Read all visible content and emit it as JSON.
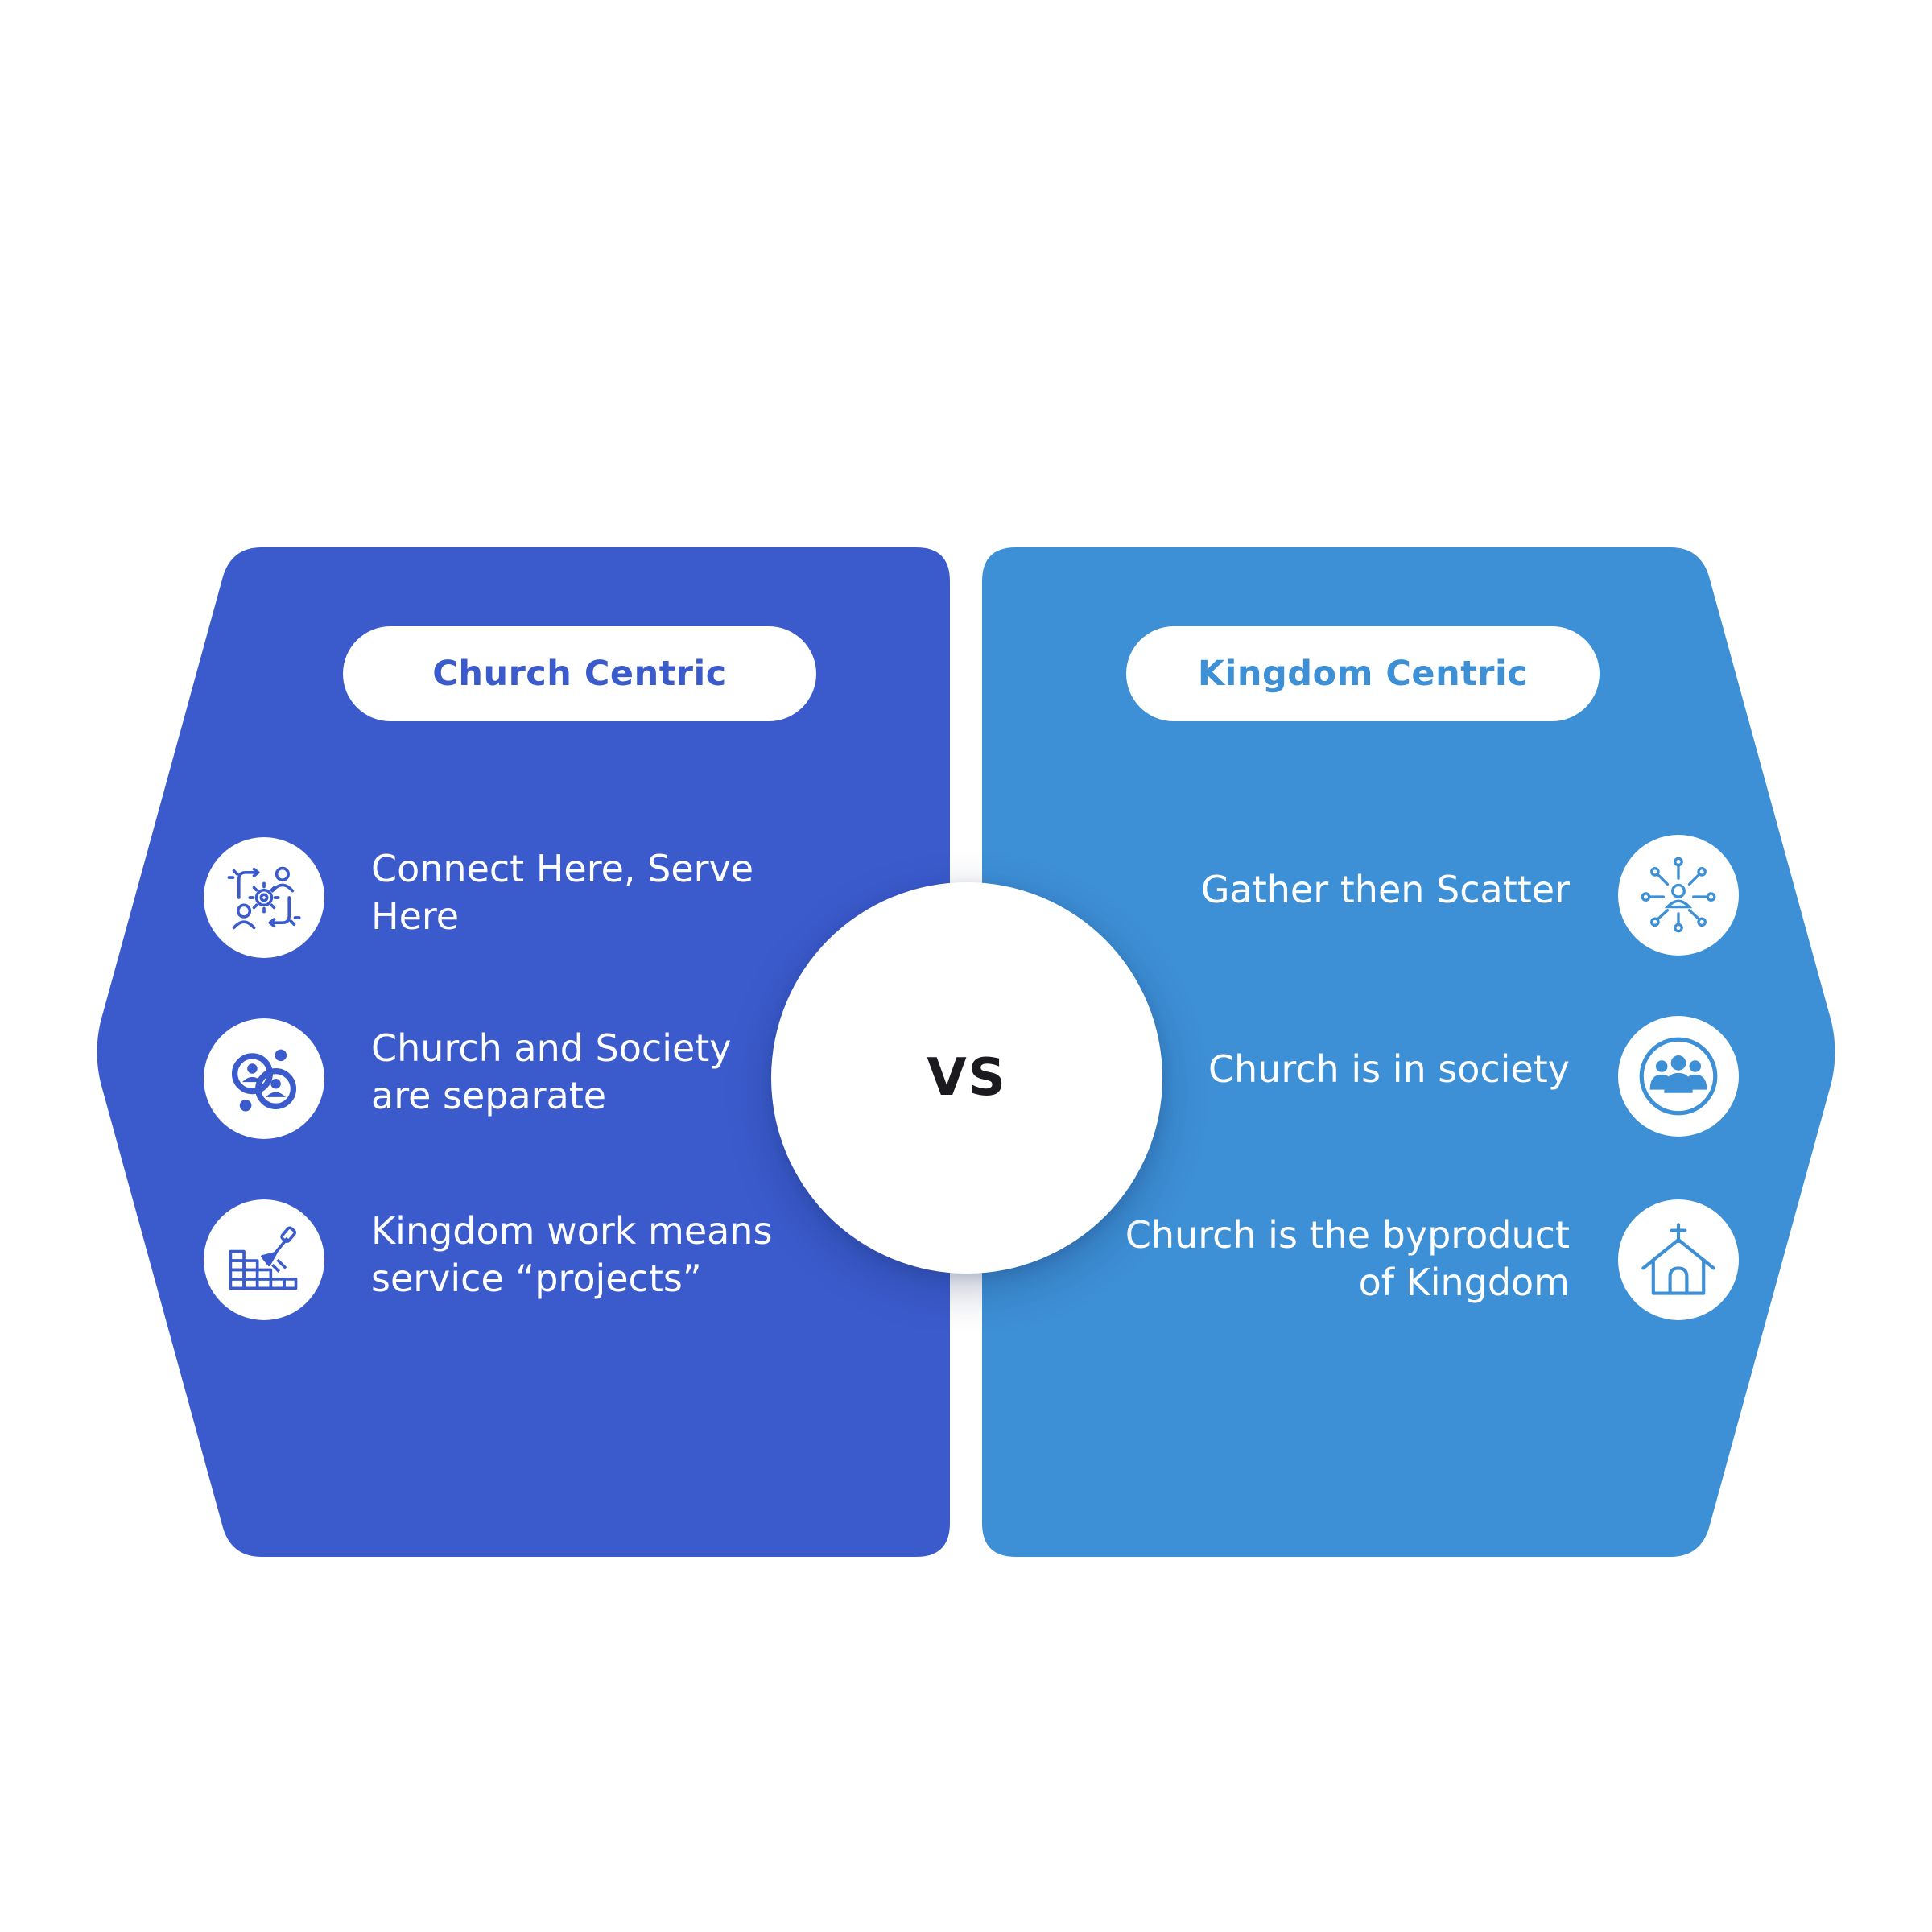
{
  "colors": {
    "left_panel": "#3b5bcd",
    "right_panel": "#3d8fd6",
    "white": "#ffffff",
    "vs_text": "#1b1b1f"
  },
  "left": {
    "title": "Church Centric",
    "items": [
      {
        "text": "Connect Here, Serve Here",
        "icon": "people-gear-cycle-icon"
      },
      {
        "text": "Church and Society are separate",
        "icon": "separated-groups-icon"
      },
      {
        "text": "Kingdom work means service “projects”",
        "icon": "brick-wall-trowel-icon"
      }
    ]
  },
  "right": {
    "title": "Kingdom Centric",
    "items": [
      {
        "text": "Gather then Scatter",
        "icon": "network-person-icon"
      },
      {
        "text": "Church is in society",
        "icon": "group-people-icon"
      },
      {
        "text": "Church is the byproduct of Kingdom",
        "icon": "church-house-icon"
      }
    ]
  },
  "vs_label": "VS"
}
